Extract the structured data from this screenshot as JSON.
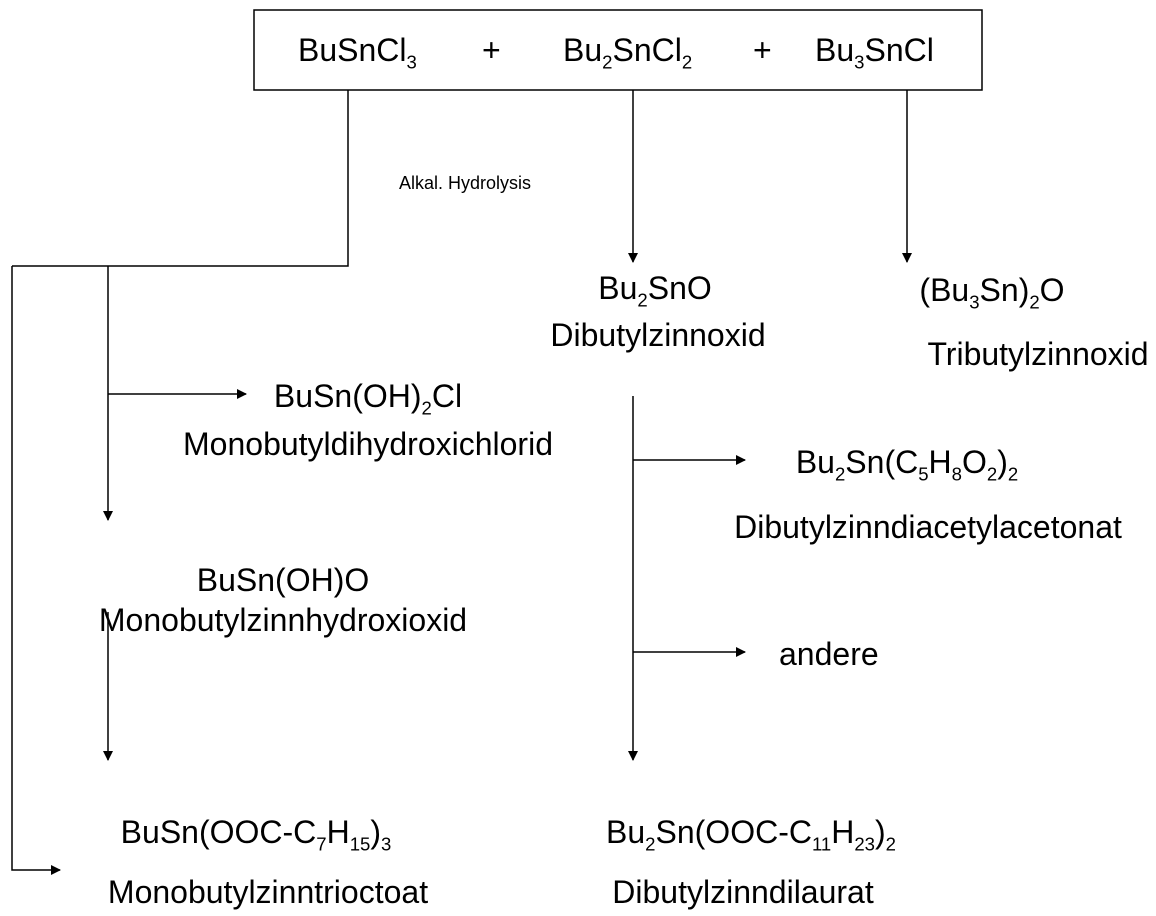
{
  "reactants": {
    "r1": [
      {
        "t": "BuSnCl"
      },
      {
        "t": "3",
        "sub": true
      }
    ],
    "plus1": [
      {
        "t": "+"
      }
    ],
    "r2": [
      {
        "t": "Bu"
      },
      {
        "t": "2",
        "sub": true
      },
      {
        "t": "SnCl"
      },
      {
        "t": "2",
        "sub": true
      }
    ],
    "plus2": [
      {
        "t": "+"
      }
    ],
    "r3": [
      {
        "t": "Bu"
      },
      {
        "t": "3",
        "sub": true
      },
      {
        "t": "SnCl"
      }
    ]
  },
  "reaction_label": [
    {
      "t": "Alkal. Hydrolysis"
    }
  ],
  "products": {
    "bu2sno_formula": [
      {
        "t": "Bu"
      },
      {
        "t": "2",
        "sub": true
      },
      {
        "t": "SnO"
      }
    ],
    "bu2sno_name": [
      {
        "t": "Dibutylzinnoxid"
      }
    ],
    "tbto_formula": [
      {
        "t": "(Bu"
      },
      {
        "t": "3",
        "sub": true
      },
      {
        "t": "Sn)"
      },
      {
        "t": "2",
        "sub": true
      },
      {
        "t": "O"
      }
    ],
    "tbto_name": [
      {
        "t": "Tributylzinnoxid"
      }
    ],
    "mbdhc_formula": [
      {
        "t": "BuSn(OH)"
      },
      {
        "t": "2",
        "sub": true
      },
      {
        "t": "Cl"
      }
    ],
    "mbdhc_name": [
      {
        "t": "Monobutyldihydroxichlorid"
      }
    ],
    "acac_formula": [
      {
        "t": "Bu"
      },
      {
        "t": "2",
        "sub": true
      },
      {
        "t": "Sn(C"
      },
      {
        "t": "5",
        "sub": true
      },
      {
        "t": "H"
      },
      {
        "t": "8",
        "sub": true
      },
      {
        "t": "O"
      },
      {
        "t": "2",
        "sub": true
      },
      {
        "t": ")"
      },
      {
        "t": "2",
        "sub": true
      }
    ],
    "acac_name": [
      {
        "t": "Dibutylzinndiacetylacetonat"
      }
    ],
    "mbho_formula": [
      {
        "t": "BuSn(OH)O"
      }
    ],
    "mbho_name": [
      {
        "t": "Monobutylzinnhydroxioxid"
      }
    ],
    "andere": [
      {
        "t": "andere"
      }
    ],
    "mbto_formula": [
      {
        "t": "BuSn(OOC-C"
      },
      {
        "t": "7",
        "sub": true
      },
      {
        "t": "H"
      },
      {
        "t": "15",
        "sub": true
      },
      {
        "t": ")"
      },
      {
        "t": "3",
        "sub": true
      }
    ],
    "mbto_name": [
      {
        "t": "Monobutylzinntrioctoat"
      }
    ],
    "dbtl_formula": [
      {
        "t": "Bu"
      },
      {
        "t": "2",
        "sub": true
      },
      {
        "t": "Sn(OOC-C"
      },
      {
        "t": "11",
        "sub": true
      },
      {
        "t": "H"
      },
      {
        "t": "23",
        "sub": true
      },
      {
        "t": ")"
      },
      {
        "t": "2",
        "sub": true
      }
    ],
    "dbtl_name": [
      {
        "t": "Dibutylzinndilaurat"
      }
    ]
  }
}
